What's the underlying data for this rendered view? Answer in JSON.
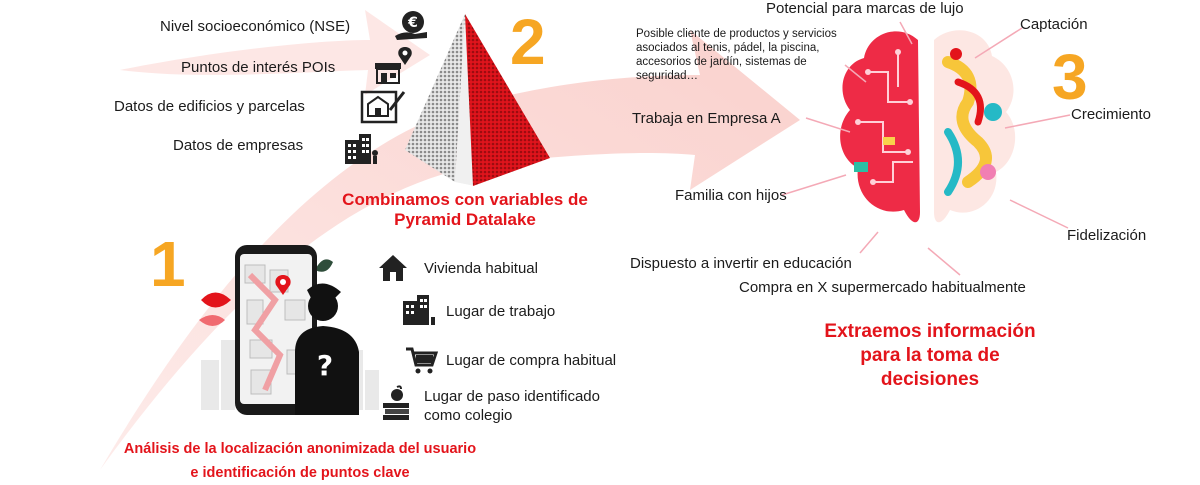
{
  "step1": {
    "number": "1",
    "title_line1": "Análisis de la localización anonimizada del usuario",
    "title_line2": "e identificación de puntos clave",
    "points": [
      {
        "icon": "house-icon",
        "label": "Vivienda habitual"
      },
      {
        "icon": "office-building-icon",
        "label": "Lugar de trabajo"
      },
      {
        "icon": "shopping-cart-icon",
        "label": "Lugar de compra habitual"
      },
      {
        "icon": "school-books-icon",
        "label_line1": "Lugar de paso identificado",
        "label_line2": "como colegio"
      }
    ]
  },
  "step2": {
    "number": "2",
    "title_line1": "Combinamos con variables de",
    "title_line2": "Pyramid Datalake",
    "variables": [
      {
        "icon": "money-hand-icon",
        "label": "Nivel socioeconómico (NSE)"
      },
      {
        "icon": "poi-shop-icon",
        "label": "Puntos de interés POIs"
      },
      {
        "icon": "building-plan-icon",
        "label": "Datos de edificios y parcelas"
      },
      {
        "icon": "company-buildings-icon",
        "label": "Datos de empresas"
      }
    ]
  },
  "step3": {
    "number": "3",
    "title_line1": "Extraemos información",
    "title_line2": "para la toma de",
    "title_line3": "decisiones",
    "left_insights": {
      "luxury": "Potencial para marcas de lujo",
      "sports_line1": "Posible cliente de productos y servicios",
      "sports_line2": "asociados al tenis, pádel, la piscina,",
      "sports_line3": "accesorios de jardín, sistemas de",
      "sports_line4": "seguridad…",
      "work": "Trabaja en Empresa A",
      "family": "Familia con hijos",
      "education": "Dispuesto a invertir en educación",
      "supermarket": "Compra en X supermercado habitualmente"
    },
    "right_insights": {
      "acquisition": "Captación",
      "growth": "Crecimiento",
      "loyalty": "Fidelización"
    }
  },
  "colors": {
    "accent_red": "#e3141b",
    "number_orange": "#f6a623",
    "arrow_pink": "#fbd5d2",
    "brain_left_red": "#ee2b46",
    "leader_pink": "#f4a9b6"
  }
}
